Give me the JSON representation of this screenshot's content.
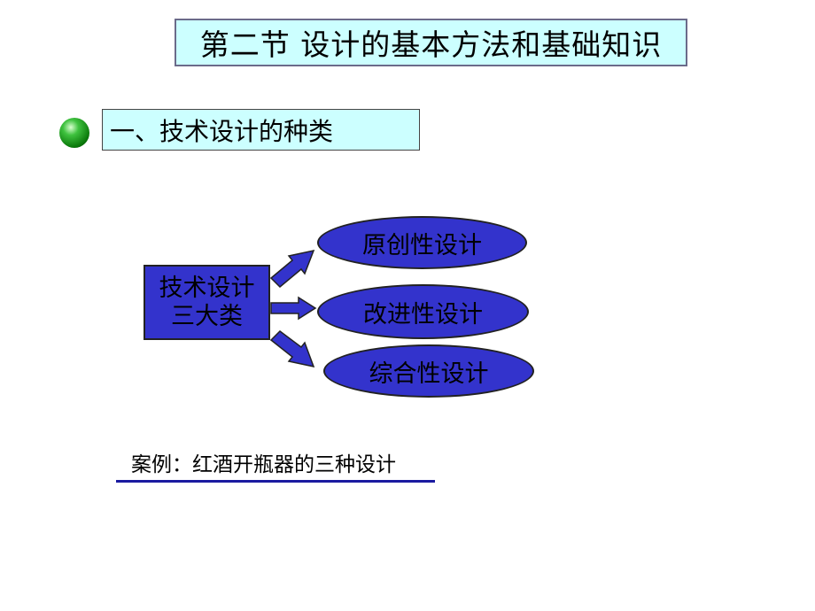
{
  "slide": {
    "title": "第二节  设计的基本方法和基础知识",
    "section_heading": "一、技术设计的种类",
    "diagram": {
      "root_line1": "技术设计",
      "root_line2": "三大类",
      "branches": [
        "原创性设计",
        "改进性设计",
        "综合性设计"
      ]
    },
    "case_note": "案例：红酒开瓶器的三种设计"
  },
  "colors": {
    "title_fill": "#ccffff",
    "shape_fill": "#3333cc",
    "bullet_green": "#0b7a0b",
    "underline": "#1a1aa0"
  }
}
